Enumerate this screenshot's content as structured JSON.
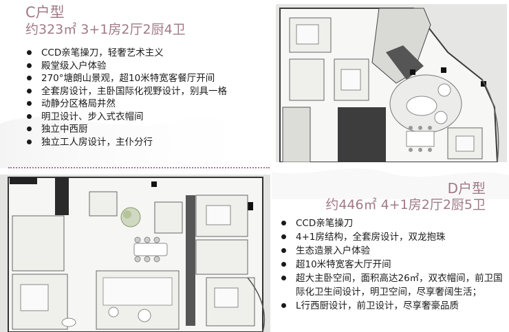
{
  "c_unit": {
    "name": "C户型",
    "spec": "约323㎡ 3+1房2厅2厨4卫",
    "features": [
      "CCD亲笔操刀，轻奢艺术主义",
      "殿堂级入户体验",
      "270°塘朗山景观，超10米特宽客餐厅开间",
      "全套房设计，主卧国际化视野设计，别具一格",
      "动静分区格局井然",
      "明卫设计、步入式衣帽间",
      "独立中西厨",
      "独立工人房设计，主仆分行"
    ]
  },
  "d_unit": {
    "name": "D户型",
    "spec": "约446㎡ 4+1房2厅2厨5卫",
    "features": [
      "CCD亲笔操刀",
      "4+1房结构，全套房设计，双龙抱珠",
      "生态造景入户体验",
      "超10米特宽客大厅开间",
      "超大主卧空间，面积高达26㎡，双衣帽间，前卫国际化卫生间设计，明卫空间，尽享奢阔生活；",
      "L行西厨设计，前卫设计，尽享奢豪品质"
    ]
  },
  "colors": {
    "accent": "#a07986",
    "text": "#1a1a1a",
    "plan_bg": "#e8e8e6"
  }
}
